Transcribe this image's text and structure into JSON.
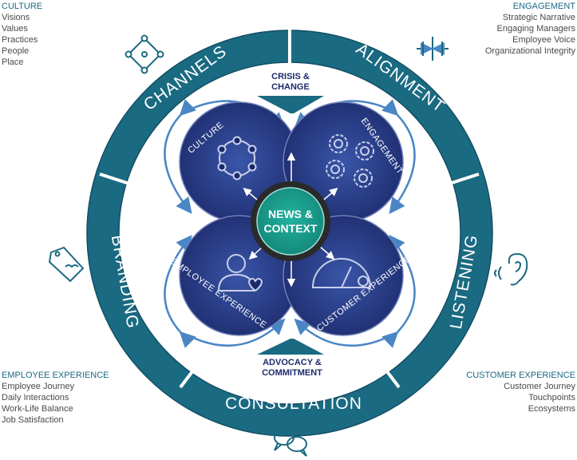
{
  "corners": {
    "culture": {
      "heading": "CULTURE",
      "items": [
        "Visions",
        "Values",
        "Practices",
        "People",
        "Place"
      ]
    },
    "engagement": {
      "heading": "ENGAGEMENT",
      "items": [
        "Strategic Narrative",
        "Engaging Managers",
        "Employee Voice",
        "Organizational Integrity"
      ]
    },
    "employee_experience": {
      "heading": "EMPLOYEE EXPERIENCE",
      "items": [
        "Employee Journey",
        "Daily Interactions",
        "Work-Life Balance",
        "Job Satisfaction"
      ]
    },
    "customer_experience": {
      "heading": "CUSTOMER EXPERIENCE",
      "items": [
        "Customer Journey",
        "Touchpoints",
        "Ecosystems"
      ]
    }
  },
  "ring": {
    "channels": "CHANNELS",
    "alignment": "ALIGNMENT",
    "branding": "BRANDING",
    "listening": "LISTENING",
    "consultation": "CONSULTATION"
  },
  "quadrants": {
    "culture": "CULTURE",
    "engagement": "ENGAGEMENT",
    "employee_experience": "EMPLOYEE EXPERIENCE",
    "customer_experience": "CUSTOMER EXPERIENCE"
  },
  "center": {
    "line1": "NEWS &",
    "line2": "CONTEXT"
  },
  "top_callout": {
    "line1": "CRISIS &",
    "line2": "CHANGE"
  },
  "bottom_callout": {
    "line1": "ADVOCACY &",
    "line2": "COMMITMENT"
  },
  "colors": {
    "ring": "#1a6a82",
    "ring_dark": "#134f63",
    "navy": "#1c2a6b",
    "teal_center": "#1a9b8a",
    "arrow": "#4a86c5",
    "corner_heading": "#1a6a82"
  }
}
